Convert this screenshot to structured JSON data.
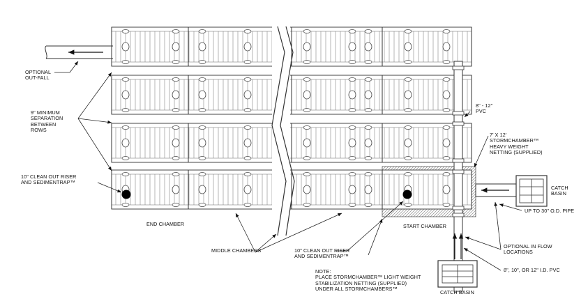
{
  "labels": {
    "optional_out_fall": "OPTIONAL\nOUT-FALL",
    "min_separation": "9\" MINIMUM\nSEPARATION\nBETWEEN\nROWS",
    "clean_out_left": "10\" CLEAN OUT RISER\nAND SEDIMENTRAP™",
    "end_chamber": "END CHAMBER",
    "middle_chambers": "MIDDLE CHAMBERS",
    "clean_out_bottom": "10\" CLEAN OUT RISER\nAND SEDIMENTRAP™",
    "start_chamber": "START CHAMBER",
    "note": "NOTE:\nPLACE STORMCHAMBER™ LIGHT WEIGHT\nSTABILIZATION NETTING (SUPPLIED)\nUNDER ALL STORMCHAMBERS™",
    "pvc_8_12": "8\" - 12\"\nPVC",
    "netting": "7' X 12'\nSTORMCHAMBER™\nHEAVY WEIGHT\nNETTING (SUPPLIED)",
    "catch_basin_right": "CATCH\nBASIN",
    "up_to_30": "UP TO 30\" O.D. PIPE",
    "optional_inflow": "OPTIONAL IN FLOW\nLOCATIONS",
    "pvc_sizes": "8\", 10\", OR 12\" I.D. PVC",
    "catch_basin_bottom": "CATCH BASIN"
  },
  "icons": {
    "flow_arrow": "arrow-icon",
    "clean_out": "clean-out-icon",
    "catch_basin": "catch-basin-icon"
  },
  "colors": {
    "line": "#3a3a3a",
    "fill": "#ffffff",
    "hatch": "#8a8a8a"
  }
}
